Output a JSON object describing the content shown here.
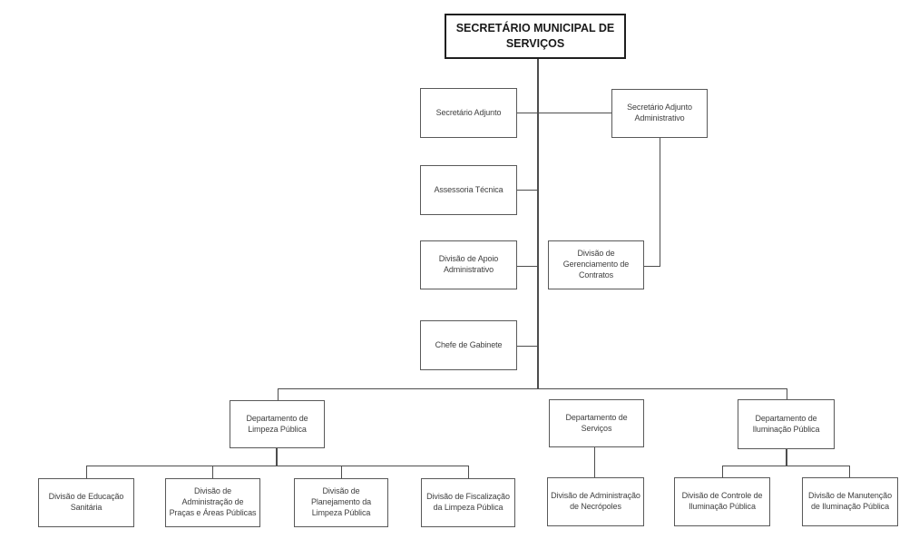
{
  "org": {
    "root": "SECRETÁRIO MUNICIPAL DE SERVIÇOS",
    "staff": [
      "Secretário Adjunto",
      "Assessoria Técnica",
      "Divisão de Apoio Administrativo",
      "Chefe de Gabinete"
    ],
    "adjunct": [
      "Secretário Adjunto Administrativo",
      "Divisão de Gerenciamento de Contratos"
    ],
    "departments": [
      {
        "label": "Departamento de Limpeza Pública",
        "children": [
          "Divisão de Educação Sanitária",
          "Divisão de Administração de Praças e Áreas Públicas",
          "Divisão de Planejamento da Limpeza Pública",
          "Divisão de Fiscalização da Limpeza Pública"
        ]
      },
      {
        "label": "Departamento de Serviços",
        "children": [
          "Divisão de Administração de Necrópoles"
        ]
      },
      {
        "label": "Departamento de Iluminação Pública",
        "children": [
          "Divisão de Controle de Iluminação Pública",
          "Divisão de Manutenção de Iluminação Pública"
        ]
      }
    ],
    "colors": {
      "box_border": "#595959",
      "box_text": "#404040",
      "root_border": "#1f1f1f",
      "connector": "#4d4d4d",
      "background": "#ffffff"
    }
  }
}
